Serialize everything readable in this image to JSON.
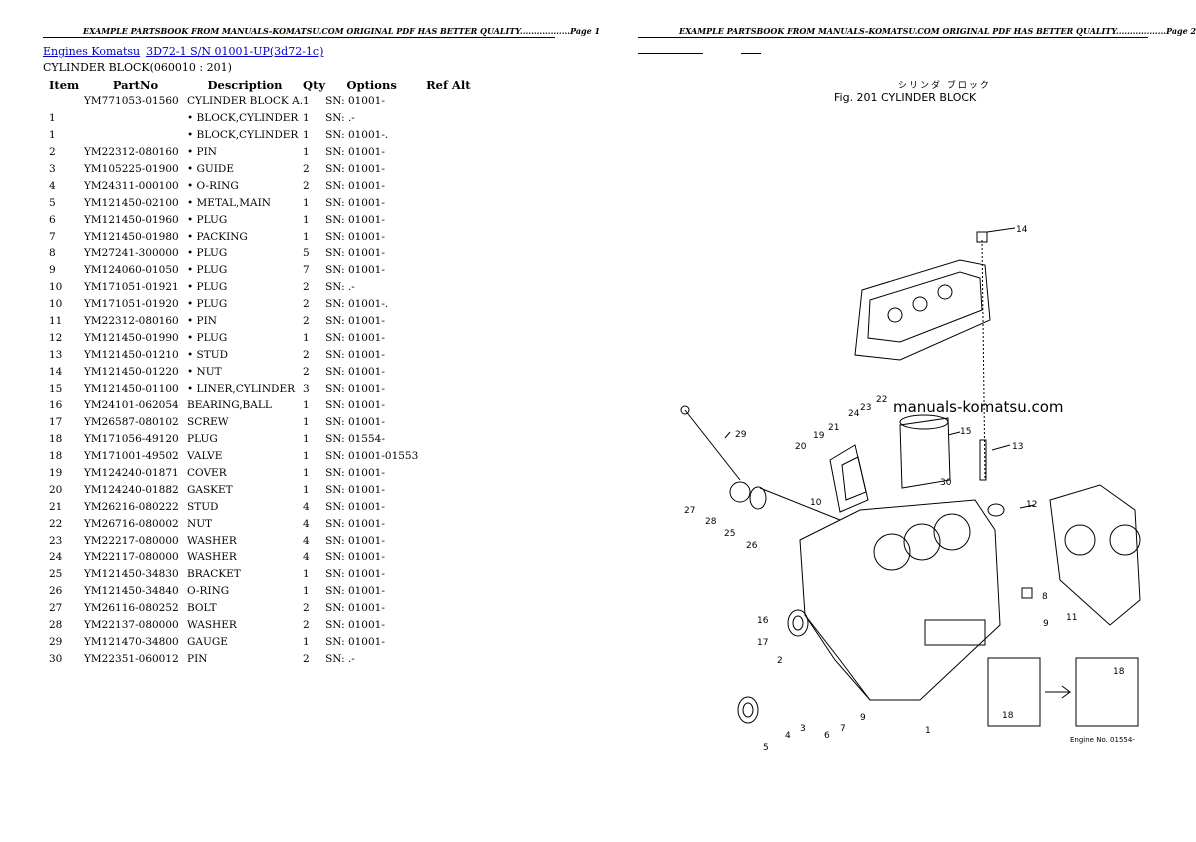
{
  "header": {
    "left": "EXAMPLE PARTSBOOK FROM MANUALS-KOMATSU.COM ORIGINAL PDF HAS BETTER QUALITY..................Page 1",
    "right": "EXAMPLE PARTSBOOK FROM MANUALS-KOMATSU.COM ORIGINAL PDF HAS BETTER QUALITY..................Page 2"
  },
  "breadcrumb": {
    "link1": "Engines Komatsu",
    "link2": "3D72-1 S/N 01001-UP(3d72-1c)"
  },
  "section_title": "CYLINDER BLOCK(060010 : 201)",
  "columns": [
    "Item",
    "PartNo",
    "Description",
    "Qty",
    "Options",
    "Ref Alt"
  ],
  "rows": [
    {
      "item": "",
      "part": "YM771053-01560",
      "desc": "CYLINDER BLOCK A.",
      "qty": "1",
      "opt": "SN: 01001-",
      "ref": ""
    },
    {
      "item": "1",
      "part": "",
      "desc": "• BLOCK,CYLINDER",
      "qty": "1",
      "opt": "SN: .-",
      "ref": ""
    },
    {
      "item": "1",
      "part": "",
      "desc": "• BLOCK,CYLINDER",
      "qty": "1",
      "opt": "SN: 01001-.",
      "ref": ""
    },
    {
      "item": "2",
      "part": "YM22312-080160",
      "desc": "• PIN",
      "qty": "1",
      "opt": "SN: 01001-",
      "ref": ""
    },
    {
      "item": "3",
      "part": "YM105225-01900",
      "desc": "• GUIDE",
      "qty": "2",
      "opt": "SN: 01001-",
      "ref": ""
    },
    {
      "item": "4",
      "part": "YM24311-000100",
      "desc": "• O-RING",
      "qty": "2",
      "opt": "SN: 01001-",
      "ref": ""
    },
    {
      "item": "5",
      "part": "YM121450-02100",
      "desc": "• METAL,MAIN",
      "qty": "1",
      "opt": "SN: 01001-",
      "ref": ""
    },
    {
      "item": "6",
      "part": "YM121450-01960",
      "desc": "• PLUG",
      "qty": "1",
      "opt": "SN: 01001-",
      "ref": ""
    },
    {
      "item": "7",
      "part": "YM121450-01980",
      "desc": "• PACKING",
      "qty": "1",
      "opt": "SN: 01001-",
      "ref": ""
    },
    {
      "item": "8",
      "part": "YM27241-300000",
      "desc": "• PLUG",
      "qty": "5",
      "opt": "SN: 01001-",
      "ref": ""
    },
    {
      "item": "9",
      "part": "YM124060-01050",
      "desc": "• PLUG",
      "qty": "7",
      "opt": "SN: 01001-",
      "ref": ""
    },
    {
      "item": "10",
      "part": "YM171051-01921",
      "desc": "• PLUG",
      "qty": "2",
      "opt": "SN: .-",
      "ref": ""
    },
    {
      "item": "10",
      "part": "YM171051-01920",
      "desc": "• PLUG",
      "qty": "2",
      "opt": "SN: 01001-.",
      "ref": ""
    },
    {
      "item": "11",
      "part": "YM22312-080160",
      "desc": "• PIN",
      "qty": "2",
      "opt": "SN: 01001-",
      "ref": ""
    },
    {
      "item": "12",
      "part": "YM121450-01990",
      "desc": "• PLUG",
      "qty": "1",
      "opt": "SN: 01001-",
      "ref": ""
    },
    {
      "item": "13",
      "part": "YM121450-01210",
      "desc": "• STUD",
      "qty": "2",
      "opt": "SN: 01001-",
      "ref": ""
    },
    {
      "item": "14",
      "part": "YM121450-01220",
      "desc": "• NUT",
      "qty": "2",
      "opt": "SN: 01001-",
      "ref": ""
    },
    {
      "item": "15",
      "part": "YM121450-01100",
      "desc": "• LINER,CYLINDER",
      "qty": "3",
      "opt": "SN: 01001-",
      "ref": ""
    },
    {
      "item": "16",
      "part": "YM24101-062054",
      "desc": "BEARING,BALL",
      "qty": "1",
      "opt": "SN: 01001-",
      "ref": ""
    },
    {
      "item": "17",
      "part": "YM26587-080102",
      "desc": "SCREW",
      "qty": "1",
      "opt": "SN: 01001-",
      "ref": ""
    },
    {
      "item": "18",
      "part": "YM171056-49120",
      "desc": "PLUG",
      "qty": "1",
      "opt": "SN: 01554-",
      "ref": ""
    },
    {
      "item": "18",
      "part": "YM171001-49502",
      "desc": "VALVE",
      "qty": "1",
      "opt": "SN: 01001-01553",
      "ref": ""
    },
    {
      "item": "19",
      "part": "YM124240-01871",
      "desc": "COVER",
      "qty": "1",
      "opt": "SN: 01001-",
      "ref": ""
    },
    {
      "item": "20",
      "part": "YM124240-01882",
      "desc": "GASKET",
      "qty": "1",
      "opt": "SN: 01001-",
      "ref": ""
    },
    {
      "item": "21",
      "part": "YM26216-080222",
      "desc": "STUD",
      "qty": "4",
      "opt": "SN: 01001-",
      "ref": ""
    },
    {
      "item": "22",
      "part": "YM26716-080002",
      "desc": "NUT",
      "qty": "4",
      "opt": "SN: 01001-",
      "ref": ""
    },
    {
      "item": "23",
      "part": "YM22217-080000",
      "desc": "WASHER",
      "qty": "4",
      "opt": "SN: 01001-",
      "ref": ""
    },
    {
      "item": "24",
      "part": "YM22117-080000",
      "desc": "WASHER",
      "qty": "4",
      "opt": "SN: 01001-",
      "ref": ""
    },
    {
      "item": "25",
      "part": "YM121450-34830",
      "desc": "BRACKET",
      "qty": "1",
      "opt": "SN: 01001-",
      "ref": ""
    },
    {
      "item": "26",
      "part": "YM121450-34840",
      "desc": "O-RING",
      "qty": "1",
      "opt": "SN: 01001-",
      "ref": ""
    },
    {
      "item": "27",
      "part": "YM26116-080252",
      "desc": "BOLT",
      "qty": "2",
      "opt": "SN: 01001-",
      "ref": ""
    },
    {
      "item": "28",
      "part": "YM22137-080000",
      "desc": "WASHER",
      "qty": "2",
      "opt": "SN: 01001-",
      "ref": ""
    },
    {
      "item": "29",
      "part": "YM121470-34800",
      "desc": "GAUGE",
      "qty": "1",
      "opt": "SN: 01001-",
      "ref": ""
    },
    {
      "item": "30",
      "part": "YM22351-060012",
      "desc": "PIN",
      "qty": "2",
      "opt": "SN: .-",
      "ref": ""
    }
  ],
  "figure": {
    "jp_label": "シリンダ ブロック",
    "title": "Fig. 201   CYLINDER BLOCK",
    "watermark": "manuals-komatsu.com",
    "callouts": [
      "14",
      "22",
      "23",
      "24",
      "21",
      "15",
      "13",
      "29",
      "20",
      "19",
      "30",
      "12",
      "27",
      "28",
      "10",
      "25",
      "26",
      "8",
      "9",
      "11",
      "16",
      "17",
      "2",
      "18",
      "18",
      "3",
      "6",
      "7",
      "9",
      "5",
      "4",
      "1"
    ],
    "inset_note": "Engine No. 01554-"
  }
}
